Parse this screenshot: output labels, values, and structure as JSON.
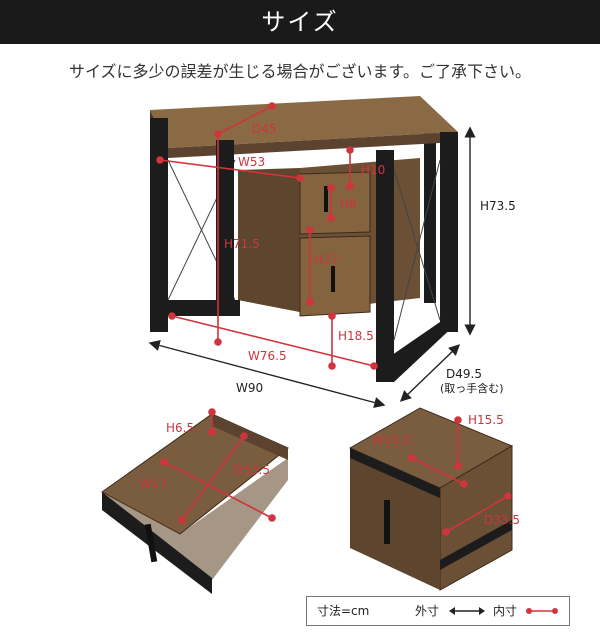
{
  "header": {
    "title": "サイズ"
  },
  "notice": "サイズに多少の誤差が生じる場合がございます。ご了承下さい。",
  "desk": {
    "outer": {
      "height": "H73.5",
      "width": "W90",
      "depth": "D49.5",
      "depth_note": "(取っ手含む)"
    },
    "inner": {
      "depth": "D45",
      "width": "W53",
      "height_top": "H10",
      "drawer_upper": "H8",
      "leg_height": "H71.5",
      "drawer_lower": "H27",
      "bottom": "H18.5",
      "width_inner": "W76.5"
    }
  },
  "drawer_small": {
    "height": "H6.5",
    "width": "W17",
    "depth": "D33.5"
  },
  "drawer_large": {
    "height": "H15.5",
    "width": "W15.5",
    "depth": "D33.5"
  },
  "legend": {
    "unit": "寸法=cm",
    "outer": "外寸",
    "inner": "内寸"
  },
  "colors": {
    "header_bg": "#1a1a1a",
    "inner_dimension": "#d0343d",
    "outer_dimension": "#222222",
    "wood": "#6b5035",
    "frame": "#1c1c1c"
  }
}
